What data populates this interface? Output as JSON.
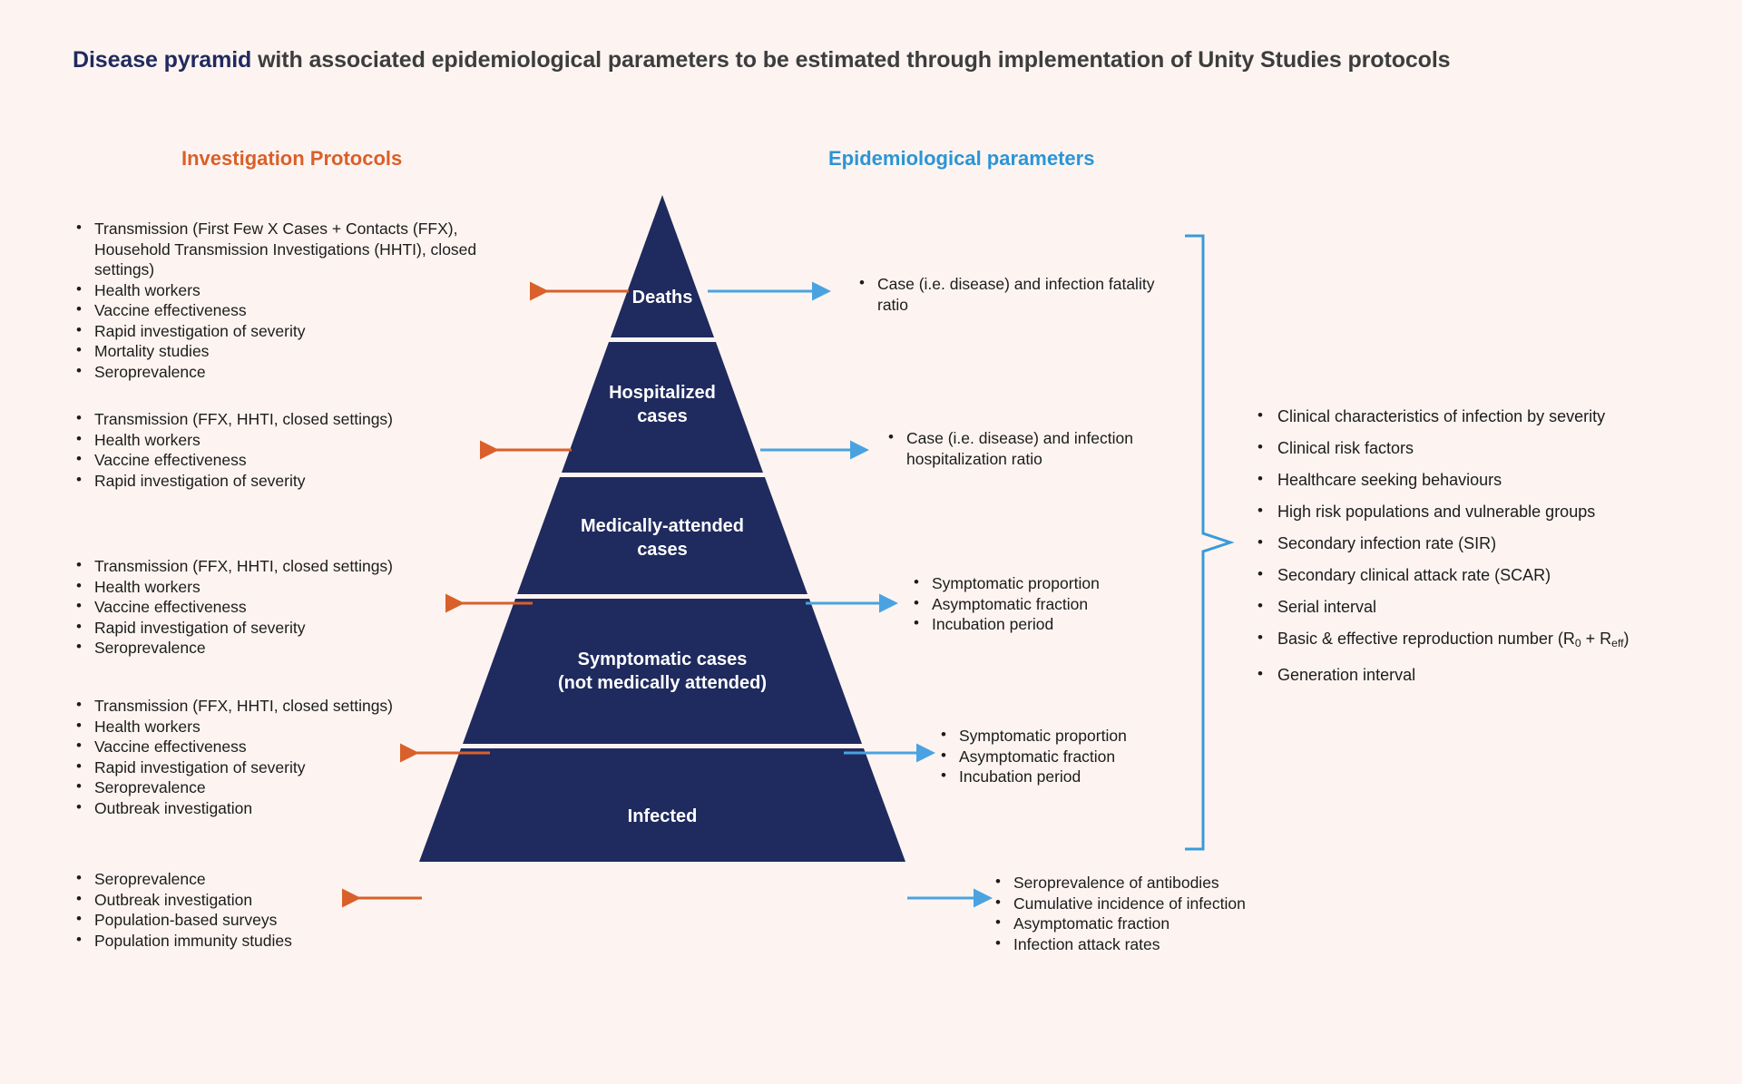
{
  "title": {
    "accent": "Disease pyramid",
    "rest": " with associated epidemiological parameters to be estimated through implementation of Unity Studies protocols"
  },
  "headers": {
    "left": "Investigation Protocols",
    "right": "Epidemiological parameters"
  },
  "colors": {
    "background": "#fdf4f1",
    "pyramid_navy": "#1f2a5e",
    "protocol_orange": "#d9602a",
    "parameter_blue": "#2b95d6",
    "text": "#1c1c1c"
  },
  "pyramid": {
    "tiers": [
      {
        "name": "Deaths",
        "lines": [
          "Deaths"
        ]
      },
      {
        "name": "Hospitalized cases",
        "lines": [
          "Hospitalized",
          "cases"
        ]
      },
      {
        "name": "Medically-attended cases",
        "lines": [
          "Medically-attended",
          "cases"
        ]
      },
      {
        "name": "Symptomatic cases (not medically attended)",
        "lines": [
          "Symptomatic cases",
          "(not medically attended)"
        ]
      },
      {
        "name": "Infected",
        "lines": [
          "Infected"
        ]
      }
    ]
  },
  "investigation_protocols": [
    {
      "tier": "Deaths",
      "items": [
        "Transmission (First Few X Cases + Contacts (FFX), Household Transmission Investigations (HHTI), closed settings)",
        "Health workers",
        "Vaccine effectiveness",
        "Rapid investigation of severity",
        "Mortality studies",
        "Seroprevalence"
      ]
    },
    {
      "tier": "Hospitalized cases",
      "items": [
        "Transmission (FFX, HHTI, closed settings)",
        "Health workers",
        "Vaccine effectiveness",
        "Rapid investigation of severity"
      ]
    },
    {
      "tier": "Medically-attended cases",
      "items": [
        "Transmission (FFX, HHTI, closed settings)",
        "Health workers",
        "Vaccine effectiveness",
        "Rapid investigation of severity",
        "Seroprevalence"
      ]
    },
    {
      "tier": "Symptomatic cases (not medically attended)",
      "items": [
        "Transmission (FFX, HHTI, closed settings)",
        "Health workers",
        "Vaccine effectiveness",
        "Rapid investigation of severity",
        "Seroprevalence",
        "Outbreak investigation"
      ]
    },
    {
      "tier": "Infected",
      "items": [
        "Seroprevalence",
        "Outbreak investigation",
        "Population-based surveys",
        "Population immunity studies"
      ]
    }
  ],
  "epidemiological_parameters": [
    {
      "tier": "Deaths",
      "items": [
        "Case (i.e. disease) and infection fatality ratio"
      ]
    },
    {
      "tier": "Hospitalized cases",
      "items": [
        "Case (i.e. disease) and infection hospitalization ratio"
      ]
    },
    {
      "tier": "Medically-attended cases",
      "items": [
        "Symptomatic proportion",
        "Asymptomatic fraction",
        "Incubation period"
      ]
    },
    {
      "tier": "Symptomatic cases (not medically attended)",
      "items": [
        "Symptomatic proportion",
        "Asymptomatic fraction",
        "Incubation period"
      ]
    },
    {
      "tier": "Infected",
      "items": [
        "Seroprevalence of antibodies",
        "Cumulative incidence of infection",
        "Asymptomatic fraction",
        "Infection attack rates"
      ]
    }
  ],
  "cross_cutting_parameters": {
    "items": [
      "Clinical characteristics of infection by severity",
      "Clinical risk factors",
      "Healthcare seeking behaviours",
      "High risk populations and vulnerable groups",
      "Secondary infection rate (SIR)",
      "Secondary clinical attack rate (SCAR)",
      "Serial interval",
      "Basic & effective reproduction number (R<sub>0</sub> + R<sub>eff</sub>)",
      "Generation interval"
    ]
  }
}
